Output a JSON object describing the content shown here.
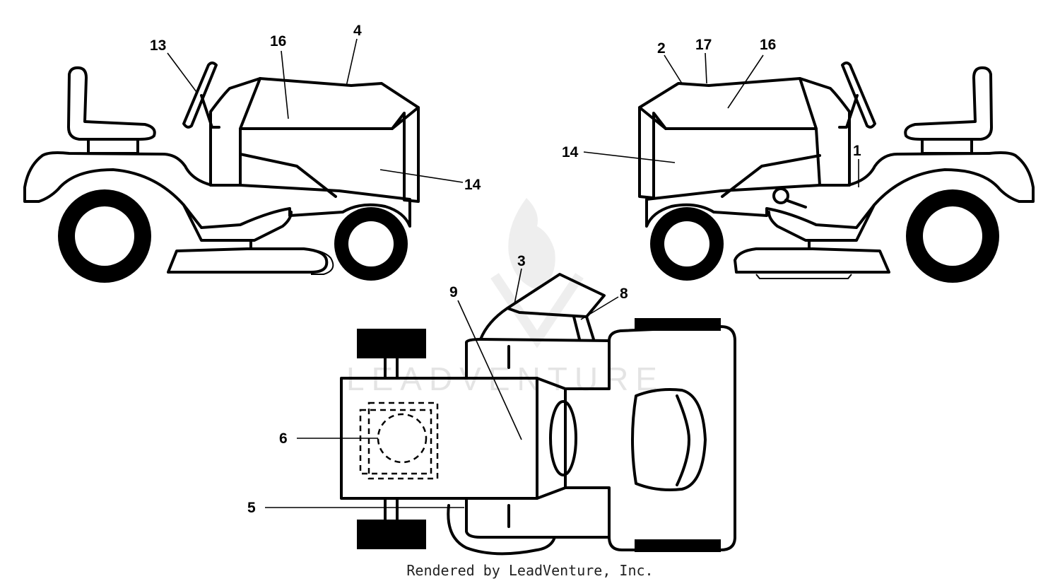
{
  "watermark": {
    "brand_text": "LEADVENTURE"
  },
  "callouts": {
    "left_tractor": [
      "13",
      "16",
      "4",
      "14"
    ],
    "right_tractor": [
      "2",
      "17",
      "16",
      "14",
      "1"
    ],
    "top_view": [
      "3",
      "9",
      "8",
      "6",
      "5"
    ]
  },
  "footer": {
    "credit": "Rendered by LeadVenture, Inc."
  }
}
